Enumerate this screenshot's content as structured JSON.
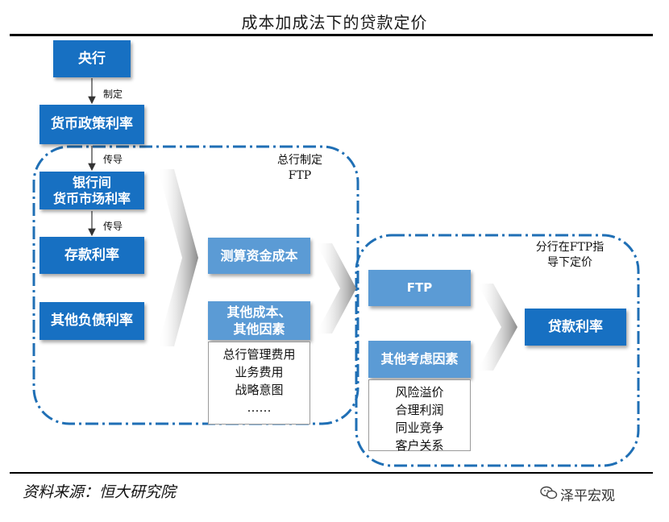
{
  "title": "成本加成法下的贷款定价",
  "nodes": {
    "central_bank": "央行",
    "policy_rate": "货币政策利率",
    "interbank_rate": "银行间\n货币市场利率",
    "deposit_rate": "存款利率",
    "other_liability_rate": "其他负债利率",
    "fund_cost": "测算资金成本",
    "other_costs": "其他成本、\n其他因素",
    "ftp": "FTP",
    "other_considerations": "其他考虑因素",
    "loan_rate": "贷款利率"
  },
  "edge_labels": {
    "set": "制定",
    "transmit1": "传导",
    "transmit2": "传导"
  },
  "groups": {
    "hq": "总行制定\nFTP",
    "branch": "分行在FTP指\n导下定价"
  },
  "other_cost_items": [
    "总行管理费用",
    "业务费用",
    "战略意图",
    "……"
  ],
  "consideration_items": [
    "风险溢价",
    "合理利润",
    "同业竞争",
    "客户关系"
  ],
  "source": "资料来源：恒大研究院",
  "brand": "泽平宏观",
  "colors": {
    "dark_box": "#1770c2",
    "light_box": "#5b9bd5",
    "dashed_border": "#1f6fb5"
  }
}
